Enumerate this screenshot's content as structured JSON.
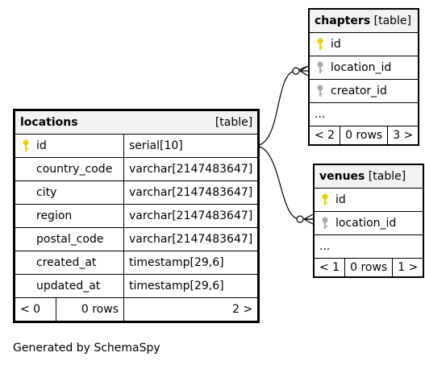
{
  "locations": {
    "name": "locations",
    "type": "[table]",
    "rows": [
      {
        "col": "id",
        "type": "serial[10]"
      },
      {
        "col": "country_code",
        "type": "varchar[2147483647]"
      },
      {
        "col": "city",
        "type": "varchar[2147483647]"
      },
      {
        "col": "region",
        "type": "varchar[2147483647]"
      },
      {
        "col": "postal_code",
        "type": "varchar[2147483647]"
      },
      {
        "col": "created_at",
        "type": "timestamp[29,6]"
      },
      {
        "col": "updated_at",
        "type": "timestamp[29,6]"
      }
    ],
    "footer": {
      "left": "< 0",
      "mid": "0 rows",
      "right": "2 >"
    }
  },
  "chapters": {
    "name": "chapters",
    "type": "[table]",
    "rows": [
      "id",
      "location_id",
      "creator_id"
    ],
    "more": "...",
    "footer": {
      "left": "< 2",
      "mid": "0 rows",
      "right": "3 >"
    }
  },
  "venues": {
    "name": "venues",
    "type": "[table]",
    "rows": [
      "id",
      "location_id"
    ],
    "more": "...",
    "footer": {
      "left": "< 1",
      "mid": "0 rows",
      "right": "1 >"
    }
  },
  "generated_by": "Generated by SchemaSpy",
  "colors": {
    "primary_key": "#e6d200",
    "foreign_key": "#a8a8a8",
    "header_bg": "#f2f2f2"
  }
}
